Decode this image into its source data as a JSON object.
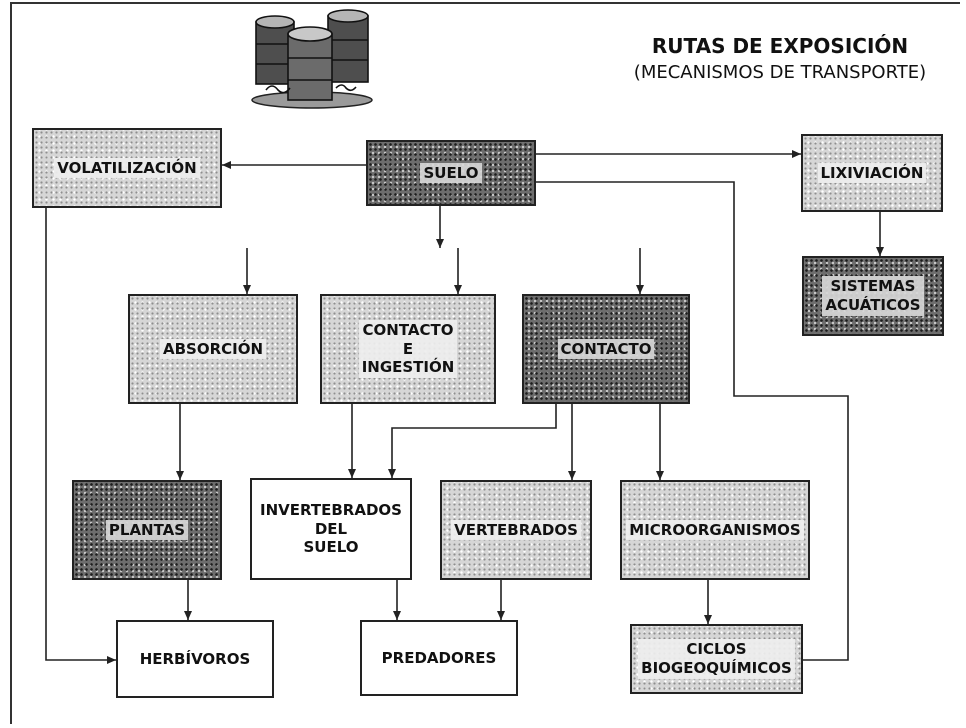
{
  "title": {
    "main": "RUTAS DE EXPOSICIÓN",
    "sub": "(MECANISMOS DE TRANSPORTE)"
  },
  "nodes": {
    "suelo": "SUELO",
    "volatilizacion": "VOLATILIZACIÓN",
    "lixiviacion": "LIXIVIACIÓN",
    "sistemas_acuaticos": "SISTEMAS\nACUÁTICOS",
    "absorcion": "ABSORCIÓN",
    "contacto_ingestion": "CONTACTO\nE\nINGESTIÓN",
    "contacto": "CONTACTO",
    "plantas": "PLANTAS",
    "invertebrados": "INVERTEBRADOS\nDEL\nSUELO",
    "vertebrados": "VERTEBRADOS",
    "microorganismos": "MICROORGANISMOS",
    "herbivoros": "HERBÍVOROS",
    "predadores": "PREDADORES",
    "ciclos": "CICLOS\nBIOGEOQUÍMICOS"
  },
  "icon": "toxic-barrels-icon",
  "colors": {
    "line": "#222222",
    "dark_fill": "#6d6d6d",
    "light_fill": "#d6d6d6"
  }
}
